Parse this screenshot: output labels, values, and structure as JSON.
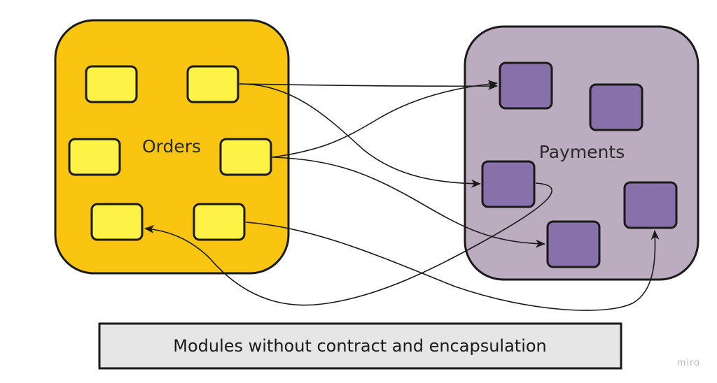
{
  "modules": {
    "orders": {
      "label": "Orders",
      "fill": "#f9c510",
      "component_fill": "#fdf245"
    },
    "payments": {
      "label": "Payments",
      "fill": "#bbadbf",
      "component_fill": "#8870aa"
    }
  },
  "caption": {
    "text": "Modules without contract and encapsulation",
    "fill": "#e6e6e6"
  },
  "watermark": "miro",
  "colors": {
    "stroke": "#1a1a1a"
  }
}
